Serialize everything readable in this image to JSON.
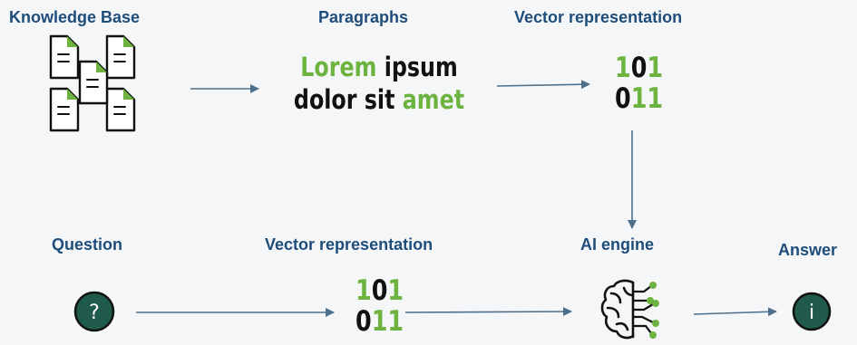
{
  "labels": {
    "knowledge_base": "Knowledge Base",
    "paragraphs": "Paragraphs",
    "vector_top": "Vector representation",
    "question": "Question",
    "vector_bottom": "Vector representation",
    "ai_engine": "AI engine",
    "answer": "Answer"
  },
  "paragraph": {
    "w1": "Lorem",
    "w2": "ipsum",
    "w3": "dolor sit",
    "w4": "amet"
  },
  "vector": {
    "row1_a": "1",
    "row1_b": "0",
    "row1_c": "1",
    "row2_a": "0",
    "row2_b": "11"
  },
  "icons": {
    "question": "?",
    "answer": "i"
  },
  "colors": {
    "label": "#1e4d7b",
    "accent": "#6db33f",
    "icon_bg": "#1f5a4a",
    "arrow": "#4d6f8a"
  }
}
